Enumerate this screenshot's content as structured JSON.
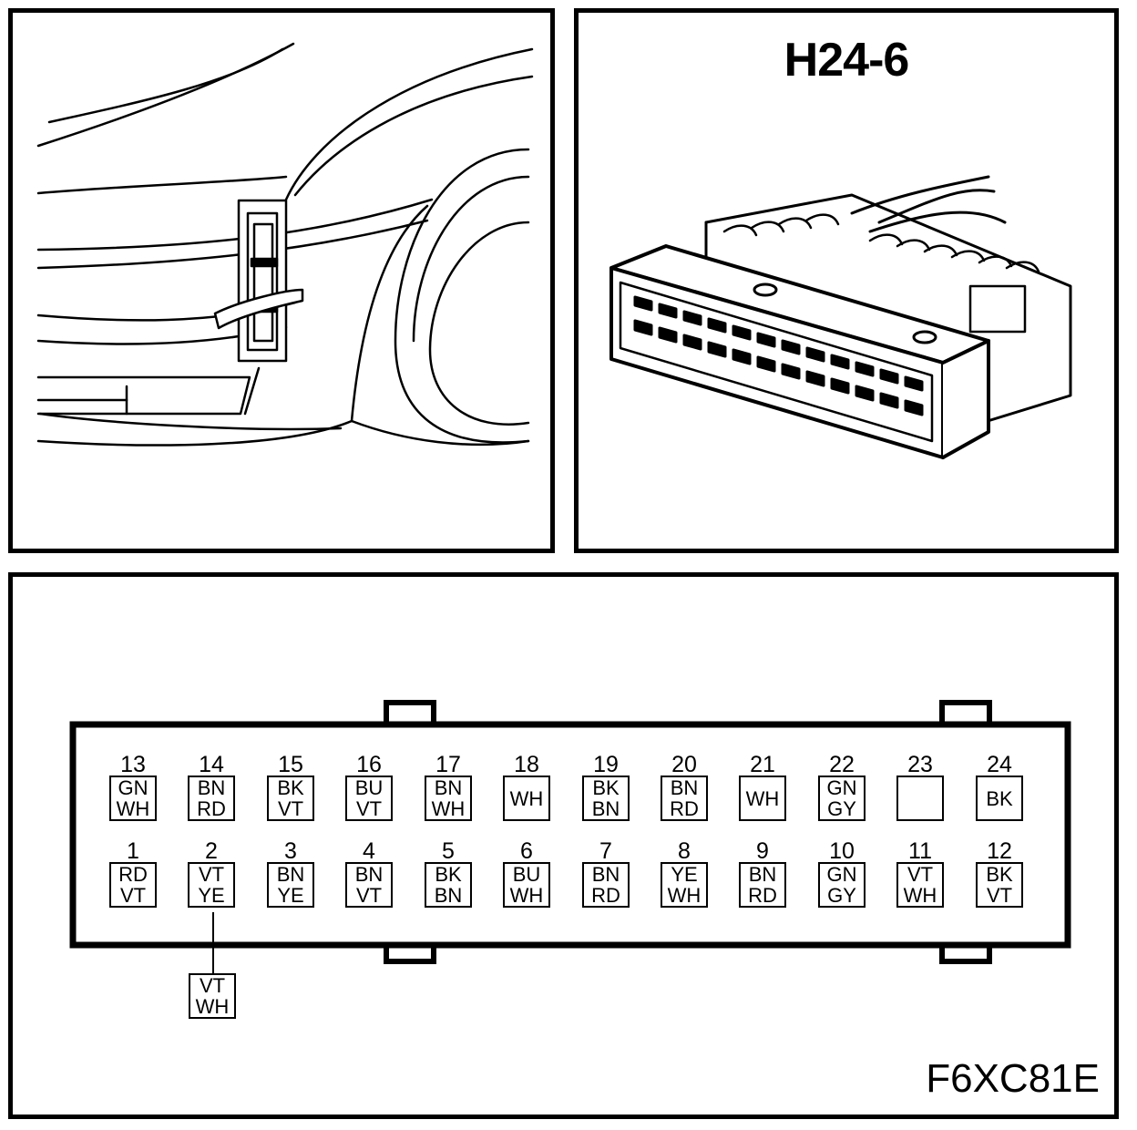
{
  "connector_id": "H24-6",
  "figure_code": "F6XC81E",
  "pins_top": [
    {
      "num": "13",
      "wire": [
        "GN",
        "WH"
      ]
    },
    {
      "num": "14",
      "wire": [
        "BN",
        "RD"
      ]
    },
    {
      "num": "15",
      "wire": [
        "BK",
        "VT"
      ]
    },
    {
      "num": "16",
      "wire": [
        "BU",
        "VT"
      ]
    },
    {
      "num": "17",
      "wire": [
        "BN",
        "WH"
      ]
    },
    {
      "num": "18",
      "wire": [
        "WH"
      ]
    },
    {
      "num": "19",
      "wire": [
        "BK",
        "BN"
      ]
    },
    {
      "num": "20",
      "wire": [
        "BN",
        "RD"
      ]
    },
    {
      "num": "21",
      "wire": [
        "WH"
      ]
    },
    {
      "num": "22",
      "wire": [
        "GN",
        "GY"
      ]
    },
    {
      "num": "23",
      "wire": []
    },
    {
      "num": "24",
      "wire": [
        "BK"
      ]
    }
  ],
  "pins_bottom": [
    {
      "num": "1",
      "wire": [
        "RD",
        "VT"
      ]
    },
    {
      "num": "2",
      "wire": [
        "VT",
        "YE"
      ]
    },
    {
      "num": "3",
      "wire": [
        "BN",
        "YE"
      ]
    },
    {
      "num": "4",
      "wire": [
        "BN",
        "VT"
      ]
    },
    {
      "num": "5",
      "wire": [
        "BK",
        "BN"
      ]
    },
    {
      "num": "6",
      "wire": [
        "BU",
        "WH"
      ]
    },
    {
      "num": "7",
      "wire": [
        "BN",
        "RD"
      ]
    },
    {
      "num": "8",
      "wire": [
        "YE",
        "WH"
      ]
    },
    {
      "num": "9",
      "wire": [
        "BN",
        "RD"
      ]
    },
    {
      "num": "10",
      "wire": [
        "GN",
        "GY"
      ]
    },
    {
      "num": "11",
      "wire": [
        "VT",
        "WH"
      ]
    },
    {
      "num": "12",
      "wire": [
        "BK",
        "VT"
      ]
    }
  ],
  "splice": {
    "pin": "2",
    "wire": [
      "VT",
      "WH"
    ]
  },
  "colors": {
    "line": "#000000",
    "background": "#ffffff"
  }
}
